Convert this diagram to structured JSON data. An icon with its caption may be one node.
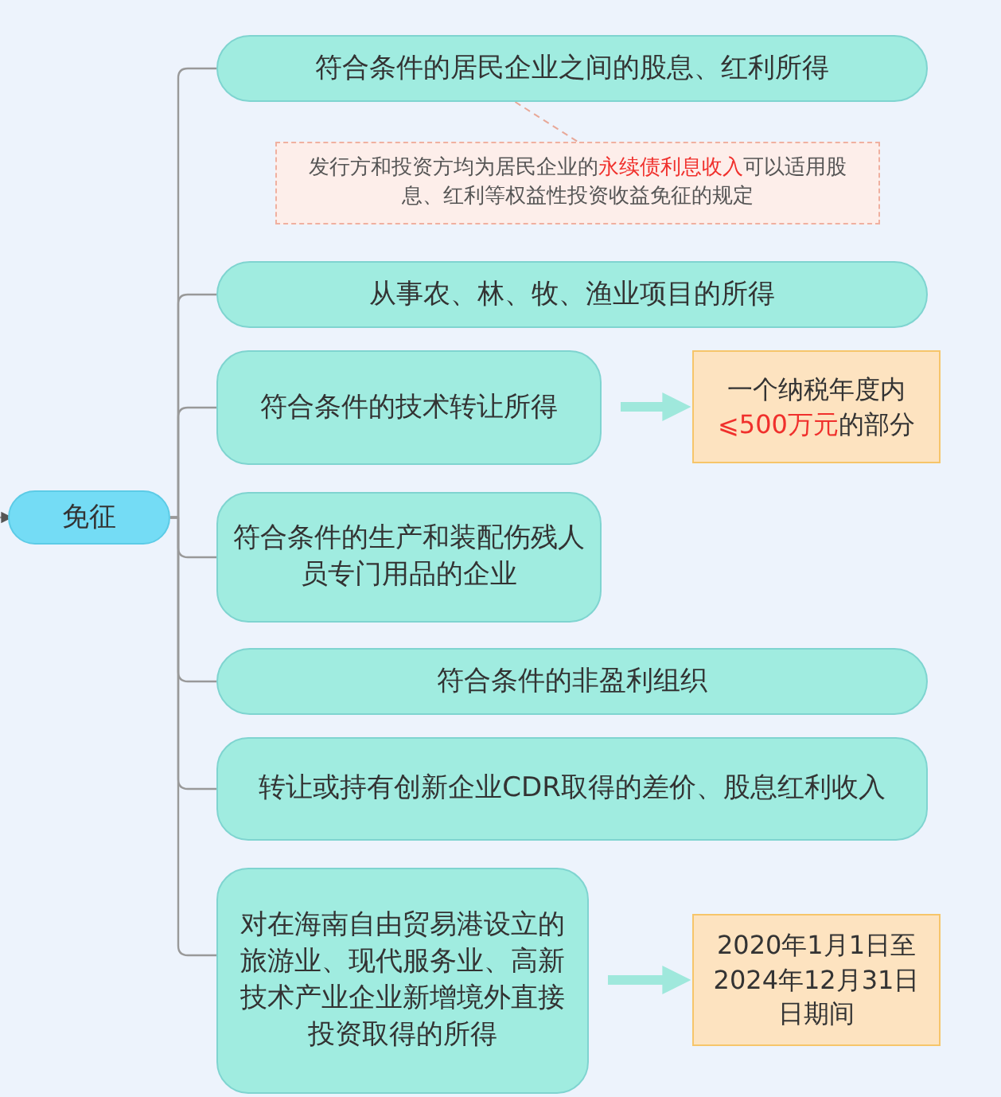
{
  "diagram": {
    "nodes": [
      {
        "text": [
          "免征"
        ]
      },
      {
        "text": [
          "符合条件的居民企业之间的股息、红利所得"
        ]
      },
      {
        "text": [
          "发行方和投资方均为居民企业的**永续债利息收入**可以适用股息、红利等权益性投资收益免征的规定"
        ]
      },
      {
        "text": [
          "从事农、林、牧、渔业项目的所得"
        ]
      },
      {
        "text": [
          "符合条件的技术转让所得"
        ]
      },
      {
        "text": [
          "一个纳税年度内**⩽500万元**的部分"
        ]
      },
      {
        "text": [
          "符合条件的生产和装配伤残人员专门用品的企业"
        ]
      },
      {
        "text": [
          "符合条件的非盈利组织"
        ]
      },
      {
        "text": [
          "转让或持有创新企业CDR取得的差价、股息红利收入"
        ]
      },
      {
        "text": [
          "对在海南自由贸易港设立的旅游业、现代服务业、高新技术产业企业新增境外直接投资取得的所得"
        ]
      },
      {
        "text": [
          "2020年1月1日至2024年12月31日日期间"
        ]
      }
    ],
    "edges": [
      {
        "from": null,
        "to": 0,
        "arrow": "to"
      },
      {
        "from": 0,
        "to": 1,
        "arrow": "none"
      },
      {
        "from": 1,
        "to": 2,
        "arrow": "none",
        "style": "dashed",
        "color": "#e8a898"
      },
      {
        "from": 0,
        "to": 3,
        "arrow": "none"
      },
      {
        "from": 0,
        "to": 4,
        "arrow": "none"
      },
      {
        "from": 4,
        "to": 5,
        "arrow": "to",
        "style": "thick",
        "color": "#9fe8dc"
      },
      {
        "from": 0,
        "to": 6,
        "arrow": "none"
      },
      {
        "from": 0,
        "to": 7,
        "arrow": "none"
      },
      {
        "from": 0,
        "to": 8,
        "arrow": "none"
      },
      {
        "from": 0,
        "to": 9,
        "arrow": "none"
      },
      {
        "from": 9,
        "to": 10,
        "arrow": "to",
        "style": "thick",
        "color": "#9fe8dc"
      }
    ]
  }
}
